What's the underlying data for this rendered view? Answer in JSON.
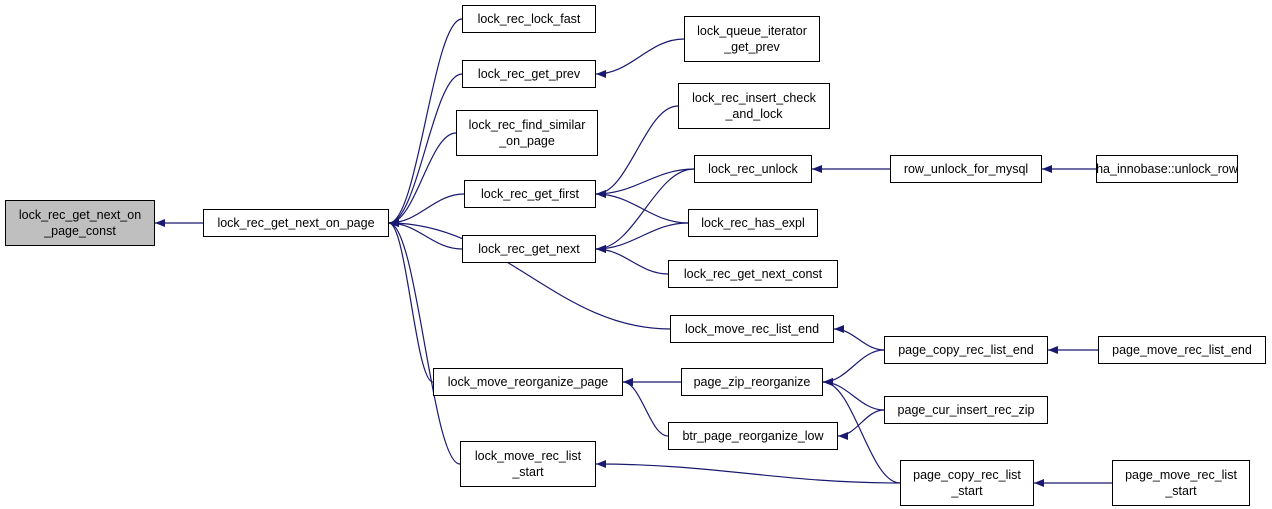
{
  "colors": {
    "edge": "#191970",
    "node_fill": "#ffffff",
    "focus_fill": "#bfbfbf",
    "border": "#000000"
  },
  "nodes": [
    {
      "id": "n_target",
      "label": "lock_rec_get_next_on\n_page_const",
      "focus": true
    },
    {
      "id": "n_gnop",
      "label": "lock_rec_get_next_on_page"
    },
    {
      "id": "n_lockfast",
      "label": "lock_rec_lock_fast"
    },
    {
      "id": "n_getprev",
      "label": "lock_rec_get_prev"
    },
    {
      "id": "n_qiter",
      "label": "lock_queue_iterator\n_get_prev"
    },
    {
      "id": "n_findsim",
      "label": "lock_rec_find_similar\n_on_page"
    },
    {
      "id": "n_inscheck",
      "label": "lock_rec_insert_check\n_and_lock"
    },
    {
      "id": "n_getfirst",
      "label": "lock_rec_get_first"
    },
    {
      "id": "n_unlock",
      "label": "lock_rec_unlock"
    },
    {
      "id": "n_rowunlock",
      "label": "row_unlock_for_mysql"
    },
    {
      "id": "n_ha",
      "label": "ha_innobase::unlock_row"
    },
    {
      "id": "n_hasexpl",
      "label": "lock_rec_has_expl"
    },
    {
      "id": "n_getnext",
      "label": "lock_rec_get_next"
    },
    {
      "id": "n_nextconst",
      "label": "lock_rec_get_next_const"
    },
    {
      "id": "n_mvend",
      "label": "lock_move_rec_list_end"
    },
    {
      "id": "n_pcopyend",
      "label": "page_copy_rec_list_end"
    },
    {
      "id": "n_pmoveend",
      "label": "page_move_rec_list_end"
    },
    {
      "id": "n_mvreorg",
      "label": "lock_move_reorganize_page"
    },
    {
      "id": "n_pzip",
      "label": "page_zip_reorganize"
    },
    {
      "id": "n_pcurins",
      "label": "page_cur_insert_rec_zip"
    },
    {
      "id": "n_btr",
      "label": "btr_page_reorganize_low"
    },
    {
      "id": "n_mvstart",
      "label": "lock_move_rec_list\n_start"
    },
    {
      "id": "n_pcopystart",
      "label": "page_copy_rec_list\n_start"
    },
    {
      "id": "n_pmovestart",
      "label": "page_move_rec_list\n_start"
    }
  ],
  "edges": [
    {
      "from": "n_gnop",
      "to": "n_target"
    },
    {
      "from": "n_lockfast",
      "to": "n_gnop"
    },
    {
      "from": "n_getprev",
      "to": "n_gnop"
    },
    {
      "from": "n_findsim",
      "to": "n_gnop"
    },
    {
      "from": "n_getfirst",
      "to": "n_gnop"
    },
    {
      "from": "n_getnext",
      "to": "n_gnop"
    },
    {
      "from": "n_mvend",
      "to": "n_gnop"
    },
    {
      "from": "n_mvreorg",
      "to": "n_gnop"
    },
    {
      "from": "n_mvstart",
      "to": "n_gnop"
    },
    {
      "from": "n_qiter",
      "to": "n_getprev"
    },
    {
      "from": "n_inscheck",
      "to": "n_getfirst"
    },
    {
      "from": "n_unlock",
      "to": "n_getfirst"
    },
    {
      "from": "n_hasexpl",
      "to": "n_getfirst"
    },
    {
      "from": "n_unlock",
      "to": "n_getnext"
    },
    {
      "from": "n_hasexpl",
      "to": "n_getnext"
    },
    {
      "from": "n_nextconst",
      "to": "n_getnext"
    },
    {
      "from": "n_rowunlock",
      "to": "n_unlock"
    },
    {
      "from": "n_ha",
      "to": "n_rowunlock"
    },
    {
      "from": "n_pcopyend",
      "to": "n_mvend"
    },
    {
      "from": "n_pmoveend",
      "to": "n_pcopyend"
    },
    {
      "from": "n_pzip",
      "to": "n_mvreorg"
    },
    {
      "from": "n_btr",
      "to": "n_mvreorg"
    },
    {
      "from": "n_pcopyend",
      "to": "n_pzip"
    },
    {
      "from": "n_pcurins",
      "to": "n_pzip"
    },
    {
      "from": "n_pcopystart",
      "to": "n_pzip"
    },
    {
      "from": "n_pcurins",
      "to": "n_btr"
    },
    {
      "from": "n_pcopystart",
      "to": "n_mvstart"
    },
    {
      "from": "n_pmovestart",
      "to": "n_pcopystart"
    }
  ]
}
